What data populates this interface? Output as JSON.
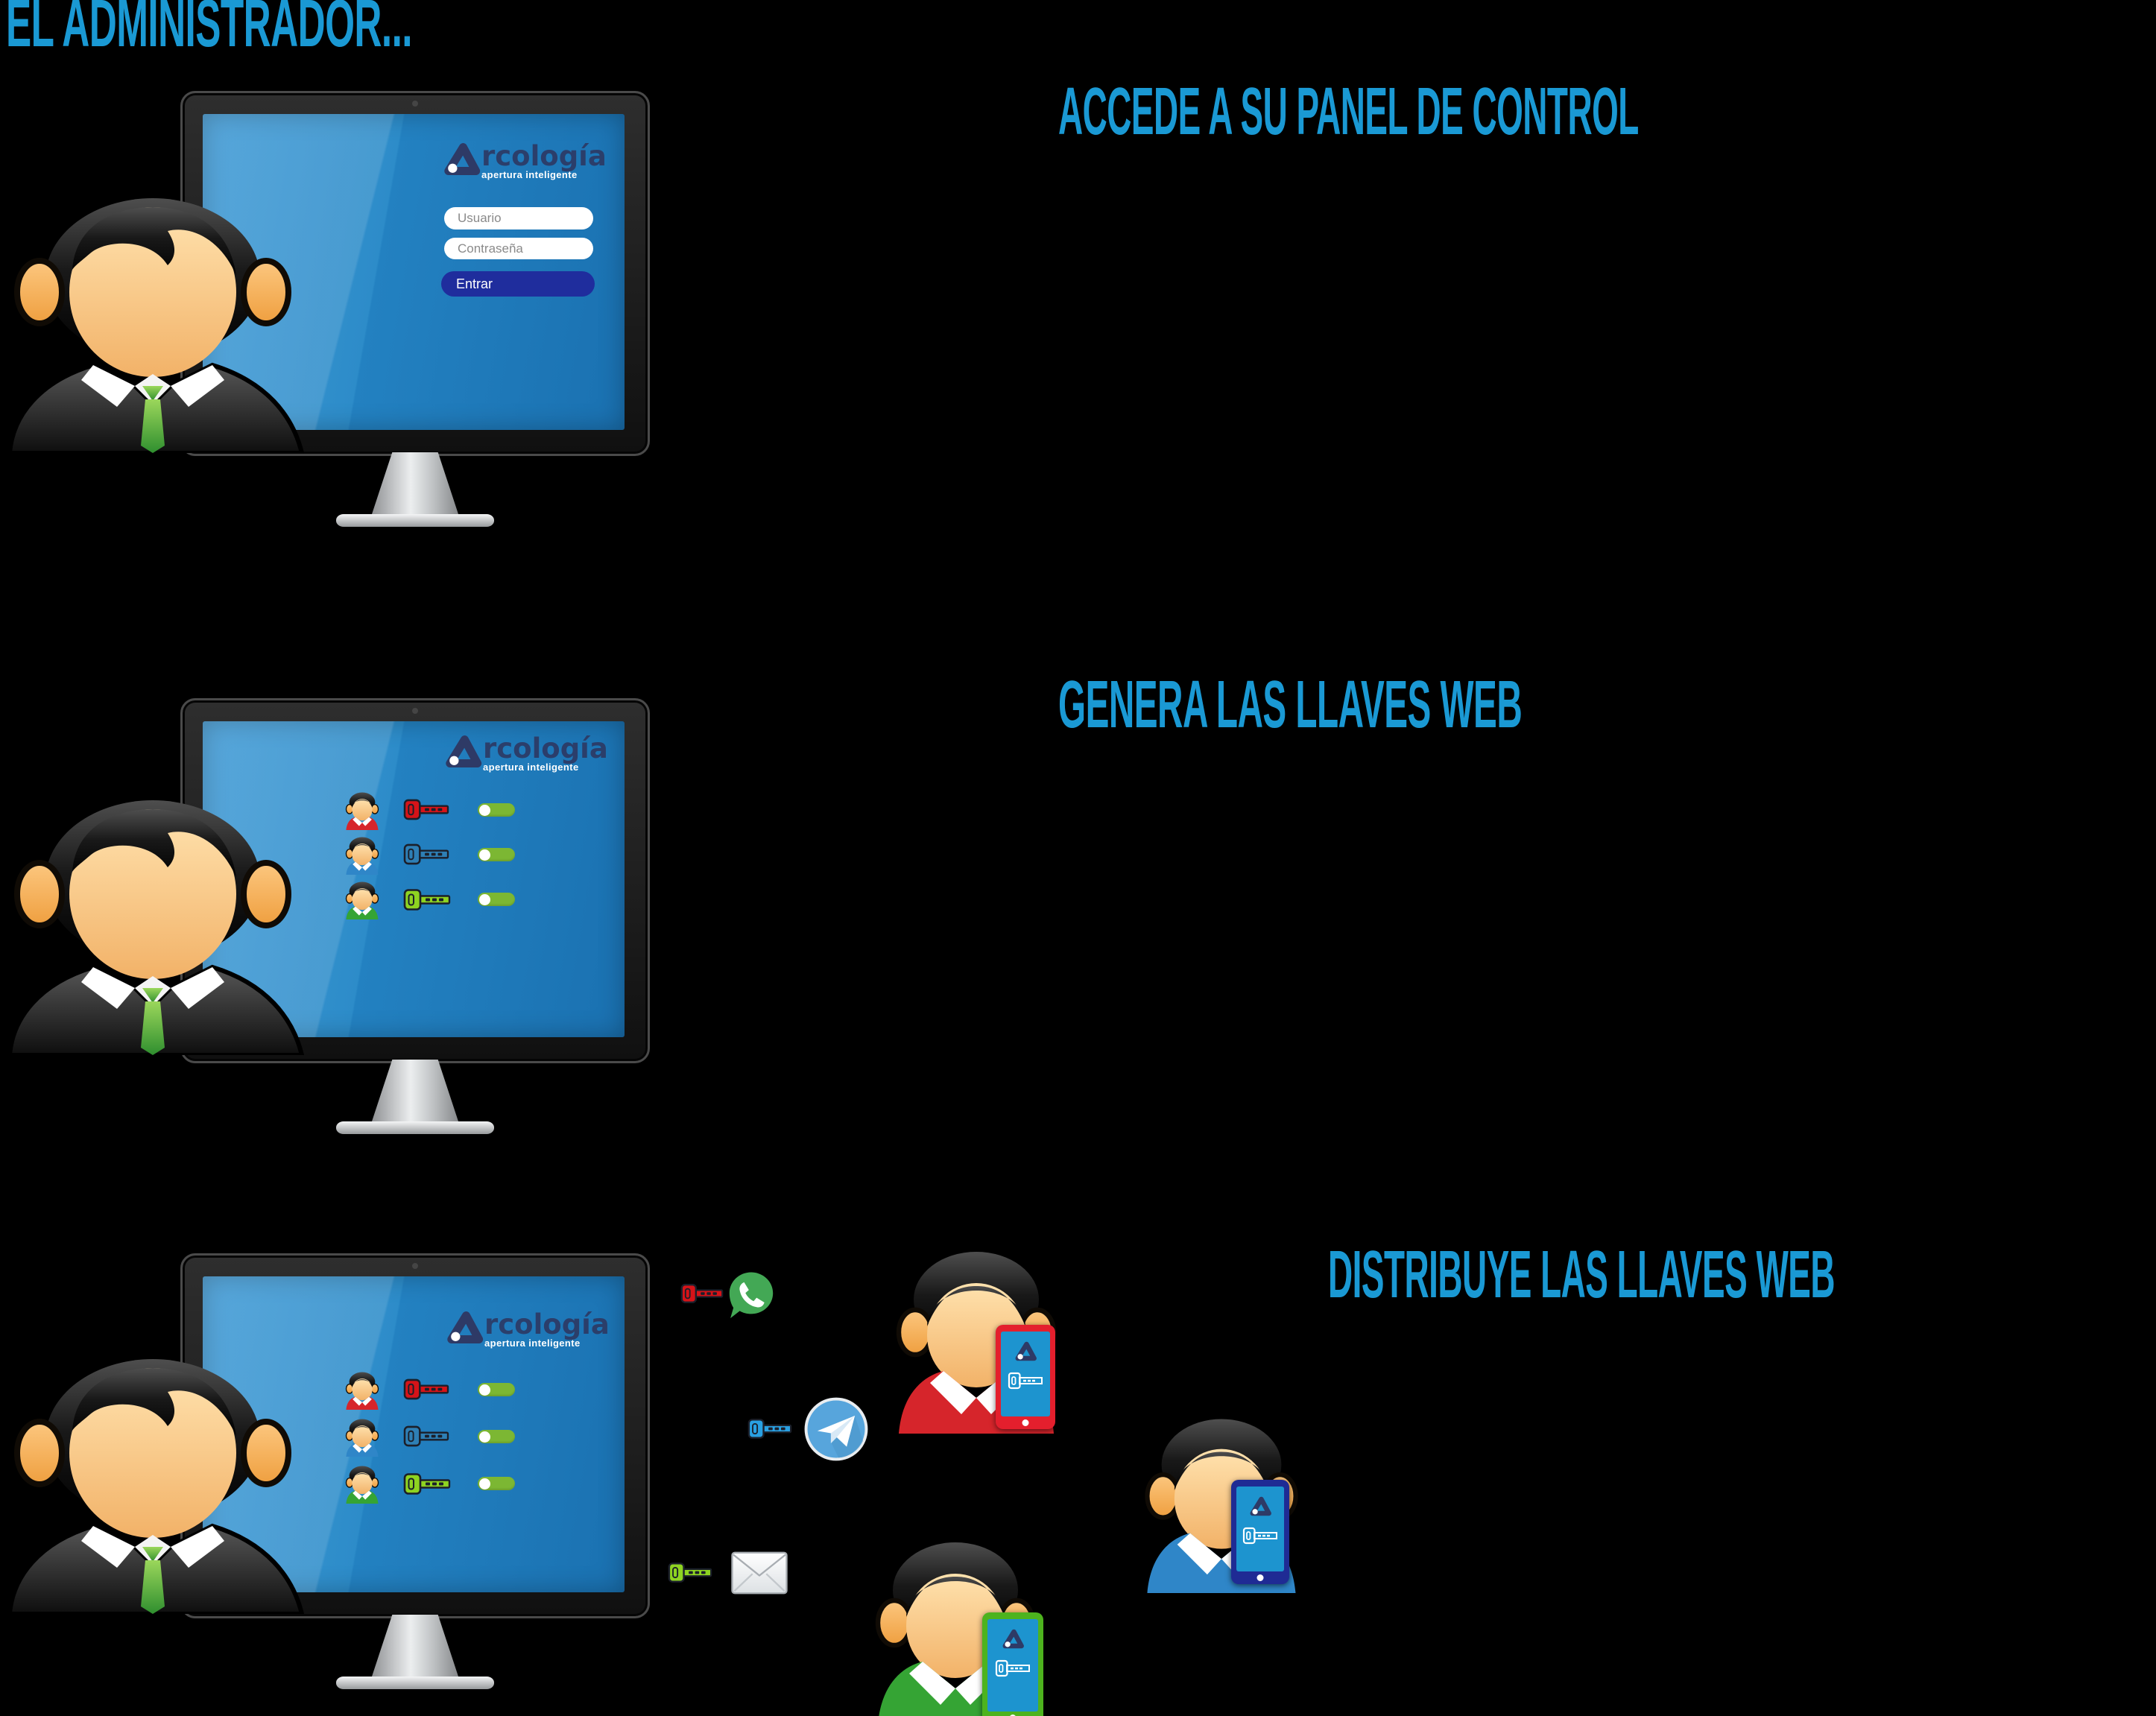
{
  "title": "EL ADMINISTRADOR...",
  "sections": [
    {
      "heading": "ACCEDE A SU PANEL DE CONTROL"
    },
    {
      "heading": "GENERA LAS LLAVES WEB"
    },
    {
      "heading": "DISTRIBUYE LAS LLAVES WEB"
    }
  ],
  "brand": {
    "word": "rcología",
    "tagline": "apertura inteligente"
  },
  "login": {
    "username_placeholder": "Usuario",
    "password_placeholder": "Contraseña",
    "submit_label": "Entrar"
  },
  "key_panel": {
    "rows": [
      {
        "user_shirt": "red",
        "key_color": "red",
        "toggle_color": "green",
        "toggle_knob_position": "left"
      },
      {
        "user_shirt": "blue",
        "key_color": "blue",
        "toggle_color": "green",
        "toggle_knob_position": "left"
      },
      {
        "user_shirt": "green",
        "key_color": "green",
        "toggle_color": "green",
        "toggle_knob_position": "left"
      }
    ]
  },
  "distribution": {
    "channels": [
      {
        "key_color": "red",
        "channel": "whatsapp",
        "icon": "whatsapp-icon"
      },
      {
        "key_color": "blue",
        "channel": "telegram",
        "icon": "telegram-icon"
      },
      {
        "key_color": "green",
        "channel": "email",
        "icon": "email-envelope-icon"
      }
    ],
    "recipients": [
      {
        "shirt": "red",
        "phone_frame": "red",
        "phone_screen_icons": [
          "arcologia-triangle-icon",
          "key-outline-icon"
        ]
      },
      {
        "shirt": "blue",
        "phone_frame": "navy",
        "phone_screen_icons": [
          "arcologia-triangle-icon",
          "key-outline-icon"
        ]
      },
      {
        "shirt": "green",
        "phone_frame": "green",
        "phone_screen_icons": [
          "arcologia-triangle-icon",
          "key-outline-icon"
        ]
      }
    ]
  },
  "colors": {
    "headline_blue": "#1a99d4",
    "screen_blue_light": "#3f9ad6",
    "screen_blue_dark": "#1a71b1",
    "login_button": "#1f2d9d",
    "toggle_green": "#7cb733",
    "key_red": "#d61318",
    "key_blue": "#2e7fb5",
    "key_light_blue": "#29a0e2",
    "key_green": "#8ed321",
    "whatsapp_green": "#43a855",
    "telegram_blue": "#57a5dc",
    "logo_navy": "#2e3a66",
    "phone_red": "#e41f2d",
    "phone_navy": "#1f2b94",
    "phone_green": "#4db31e"
  }
}
